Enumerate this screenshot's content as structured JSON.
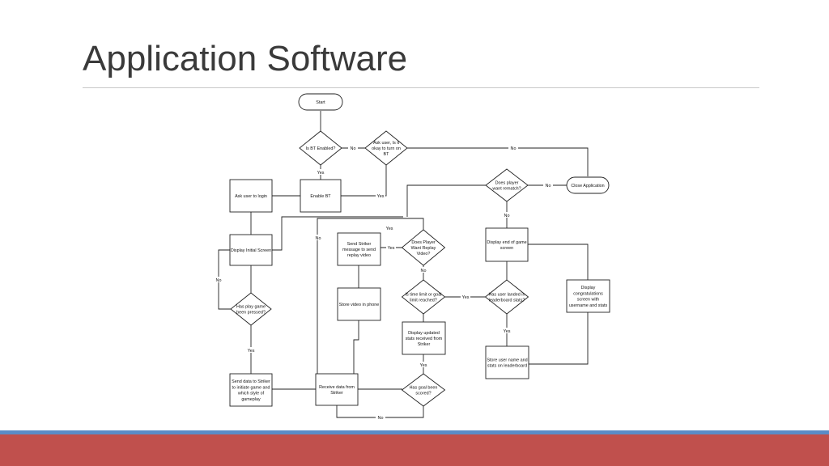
{
  "slide": {
    "title": "Application Software"
  },
  "nodes": [
    {
      "id": "start",
      "lines": [
        "Start"
      ]
    },
    {
      "id": "bt_enabled",
      "lines": [
        "Is BT Enabled?"
      ]
    },
    {
      "id": "ask_bt",
      "lines": [
        "Ask user, Is it",
        "okay to turn on",
        "BT"
      ]
    },
    {
      "id": "enable_bt",
      "lines": [
        "Enable BT"
      ]
    },
    {
      "id": "ask_login",
      "lines": [
        "Ask user to login"
      ]
    },
    {
      "id": "rematch",
      "lines": [
        "Does player",
        "want rematch?"
      ]
    },
    {
      "id": "close_app",
      "lines": [
        "Close Application"
      ]
    },
    {
      "id": "initial_screen",
      "lines": [
        "Display Initial Screen"
      ]
    },
    {
      "id": "send_striker",
      "lines": [
        "Send Striker",
        "message to send",
        "replay video"
      ]
    },
    {
      "id": "replay",
      "lines": [
        "Does Player",
        "Want Replay",
        "Video?"
      ]
    },
    {
      "id": "end_screen",
      "lines": [
        "Display end of game",
        "screen"
      ]
    },
    {
      "id": "congrats",
      "lines": [
        "Display",
        "congratulations",
        "screen with",
        "username and stats"
      ]
    },
    {
      "id": "play_pressed",
      "lines": [
        "Has play game",
        "been pressed?"
      ]
    },
    {
      "id": "store_video",
      "lines": [
        "Store video in phone"
      ]
    },
    {
      "id": "time_limit",
      "lines": [
        "Is time limit or goal",
        "limit reached?"
      ]
    },
    {
      "id": "leaderboard",
      "lines": [
        "Has user landed in",
        "leaderboard stats?"
      ]
    },
    {
      "id": "display_stats",
      "lines": [
        "Display updated",
        "stats received from",
        "Striker"
      ]
    },
    {
      "id": "store_user",
      "lines": [
        "Store user name and",
        "stats on leaderboard"
      ]
    },
    {
      "id": "send_data",
      "lines": [
        "Send data to Striker",
        "to initiate game and",
        "which style of",
        "gameplay"
      ]
    },
    {
      "id": "receive_data",
      "lines": [
        "Receive data from",
        "Striker"
      ]
    },
    {
      "id": "goal_scored",
      "lines": [
        "Has goal been",
        "scored?"
      ]
    }
  ],
  "labels": [
    {
      "id": "no_bt",
      "text": "No"
    },
    {
      "id": "no_askbt",
      "text": "No"
    },
    {
      "id": "yes_bt",
      "text": "Yes"
    },
    {
      "id": "yes_askbt",
      "text": "Yes"
    },
    {
      "id": "no_rematch",
      "text": "No"
    },
    {
      "id": "no_rematch_down",
      "text": "No"
    },
    {
      "id": "yes_replay_top",
      "text": "Yes"
    },
    {
      "id": "no_left",
      "text": "No"
    },
    {
      "id": "yes_replay",
      "text": "Yes"
    },
    {
      "id": "no_play",
      "text": "No"
    },
    {
      "id": "no_replay",
      "text": "No"
    },
    {
      "id": "yes_time",
      "text": "Yes"
    },
    {
      "id": "yes_leader",
      "text": "Yes"
    },
    {
      "id": "yes_play",
      "text": "Yes"
    },
    {
      "id": "yes_goal",
      "text": "Yes"
    },
    {
      "id": "no_goal",
      "text": "No"
    }
  ]
}
